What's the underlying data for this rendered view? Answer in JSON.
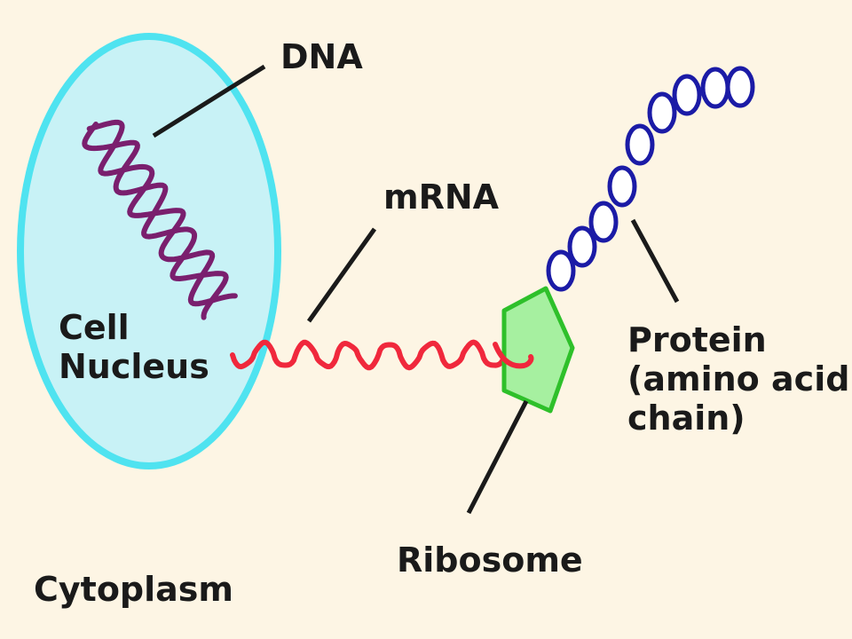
{
  "labels": {
    "dna": "DNA",
    "mrna": "mRNA",
    "cell_nucleus_line1": "Cell",
    "cell_nucleus_line2": "Nucleus",
    "ribosome": "Ribosome",
    "protein_line1": "Protein",
    "protein_line2": "(amino acid",
    "protein_line3": "chain)",
    "cytoplasm": "Cytoplasm"
  },
  "colors": {
    "background": "#fdf5e4",
    "nucleus_fill": "#c8f2f6",
    "nucleus_stroke": "#4fe3f0",
    "dna_strand": "#7a1f6e",
    "mrna_strand": "#f0283c",
    "ribosome_fill": "#a6f0a0",
    "ribosome_stroke": "#2ec02a",
    "protein_bead_stroke": "#1b1ba6",
    "protein_bead_fill": "#ffffff",
    "leader_line": "#1a1a1a",
    "label_text": "#1a1a1a"
  }
}
